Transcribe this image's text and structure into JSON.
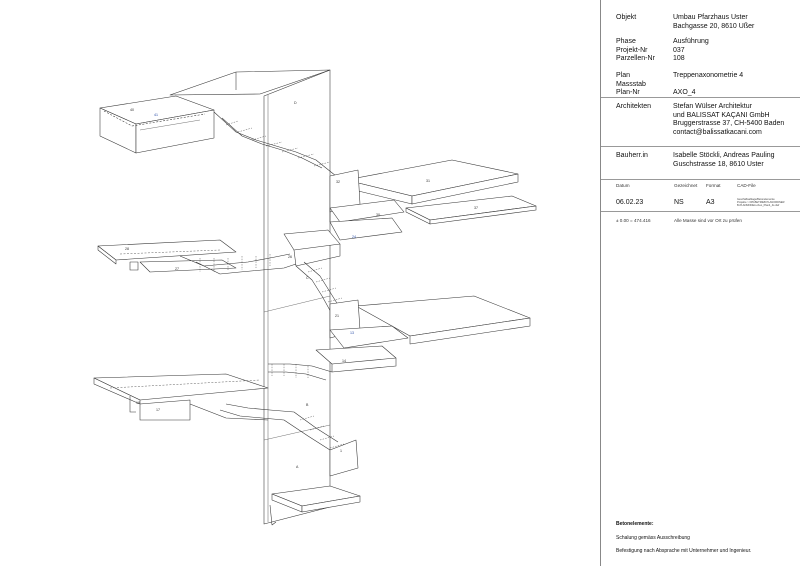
{
  "title_block": {
    "objekt_label": "Objekt",
    "objekt_line1": "Umbau Pfarzhaus Uster",
    "objekt_line2": "Bachgasse 20, 8610 Ußer",
    "phase_label": "Phase",
    "phase_value": "Ausführung",
    "projekt_label": "Projekt-Nr",
    "projekt_value": "037",
    "parzellen_label": "Parzellen-Nr",
    "parzellen_value": "108",
    "plan_label": "Plan",
    "plan_value": "Treppenaxonometrie 4",
    "massstab_label": "Massstab",
    "plan_nr_label": "Plan-Nr",
    "plan_nr_value": "AXO_4",
    "architekten_label": "Architekten",
    "architekten_lines": [
      "Stefan Wülser Architektur",
      "und BALISSAT KAÇANI GmbH",
      "Bruggerstrasse 37, CH-5400 Baden",
      "contact@balissatkacani.com"
    ],
    "bauherr_label": "Bauherr.in",
    "bauherr_lines": [
      "Isabelle Stöckli, Andreas Pauling",
      "Guschstrasse 18, 8610 Uster"
    ],
    "col_datum": "Datum",
    "col_gezeichnet": "Gezeichnet",
    "col_format": "Format",
    "col_cad": "CAD-File",
    "datum_value": "06.02.23",
    "gezeichnet_value": "NS",
    "format_value": "A3",
    "cad_lines": [
      "Geschäftsablage/Betonelemente",
      "Projekte > 005-BETRIEB PLANORDNER",
      "B-PLANMODELL/Axo_Plan4_4s.dwf"
    ],
    "hoehe_note": "± 0.00 = 474.416",
    "masse_note": "Alle Masse sind vor Ort zu prüfen",
    "beton_heading": "Betonelemente:",
    "beton_line1": "Schalung gemäss Ausschreibung",
    "beton_line2": "Befestigung nach Absprache mit Unternehmer und Ingenieur."
  },
  "drawing": {
    "tags": {
      "t40": "40",
      "t41": "41",
      "tD": "D",
      "t32": "32",
      "t31": "31",
      "t37": "37",
      "t30": "30",
      "t24": "24",
      "t28": "28",
      "t27": "27",
      "t26": "26",
      "tC": "C",
      "t21": "21",
      "t13": "13",
      "t14": "14",
      "t18": "18",
      "t17": "17",
      "tB": "B",
      "tA": "A",
      "t1": "1"
    }
  }
}
